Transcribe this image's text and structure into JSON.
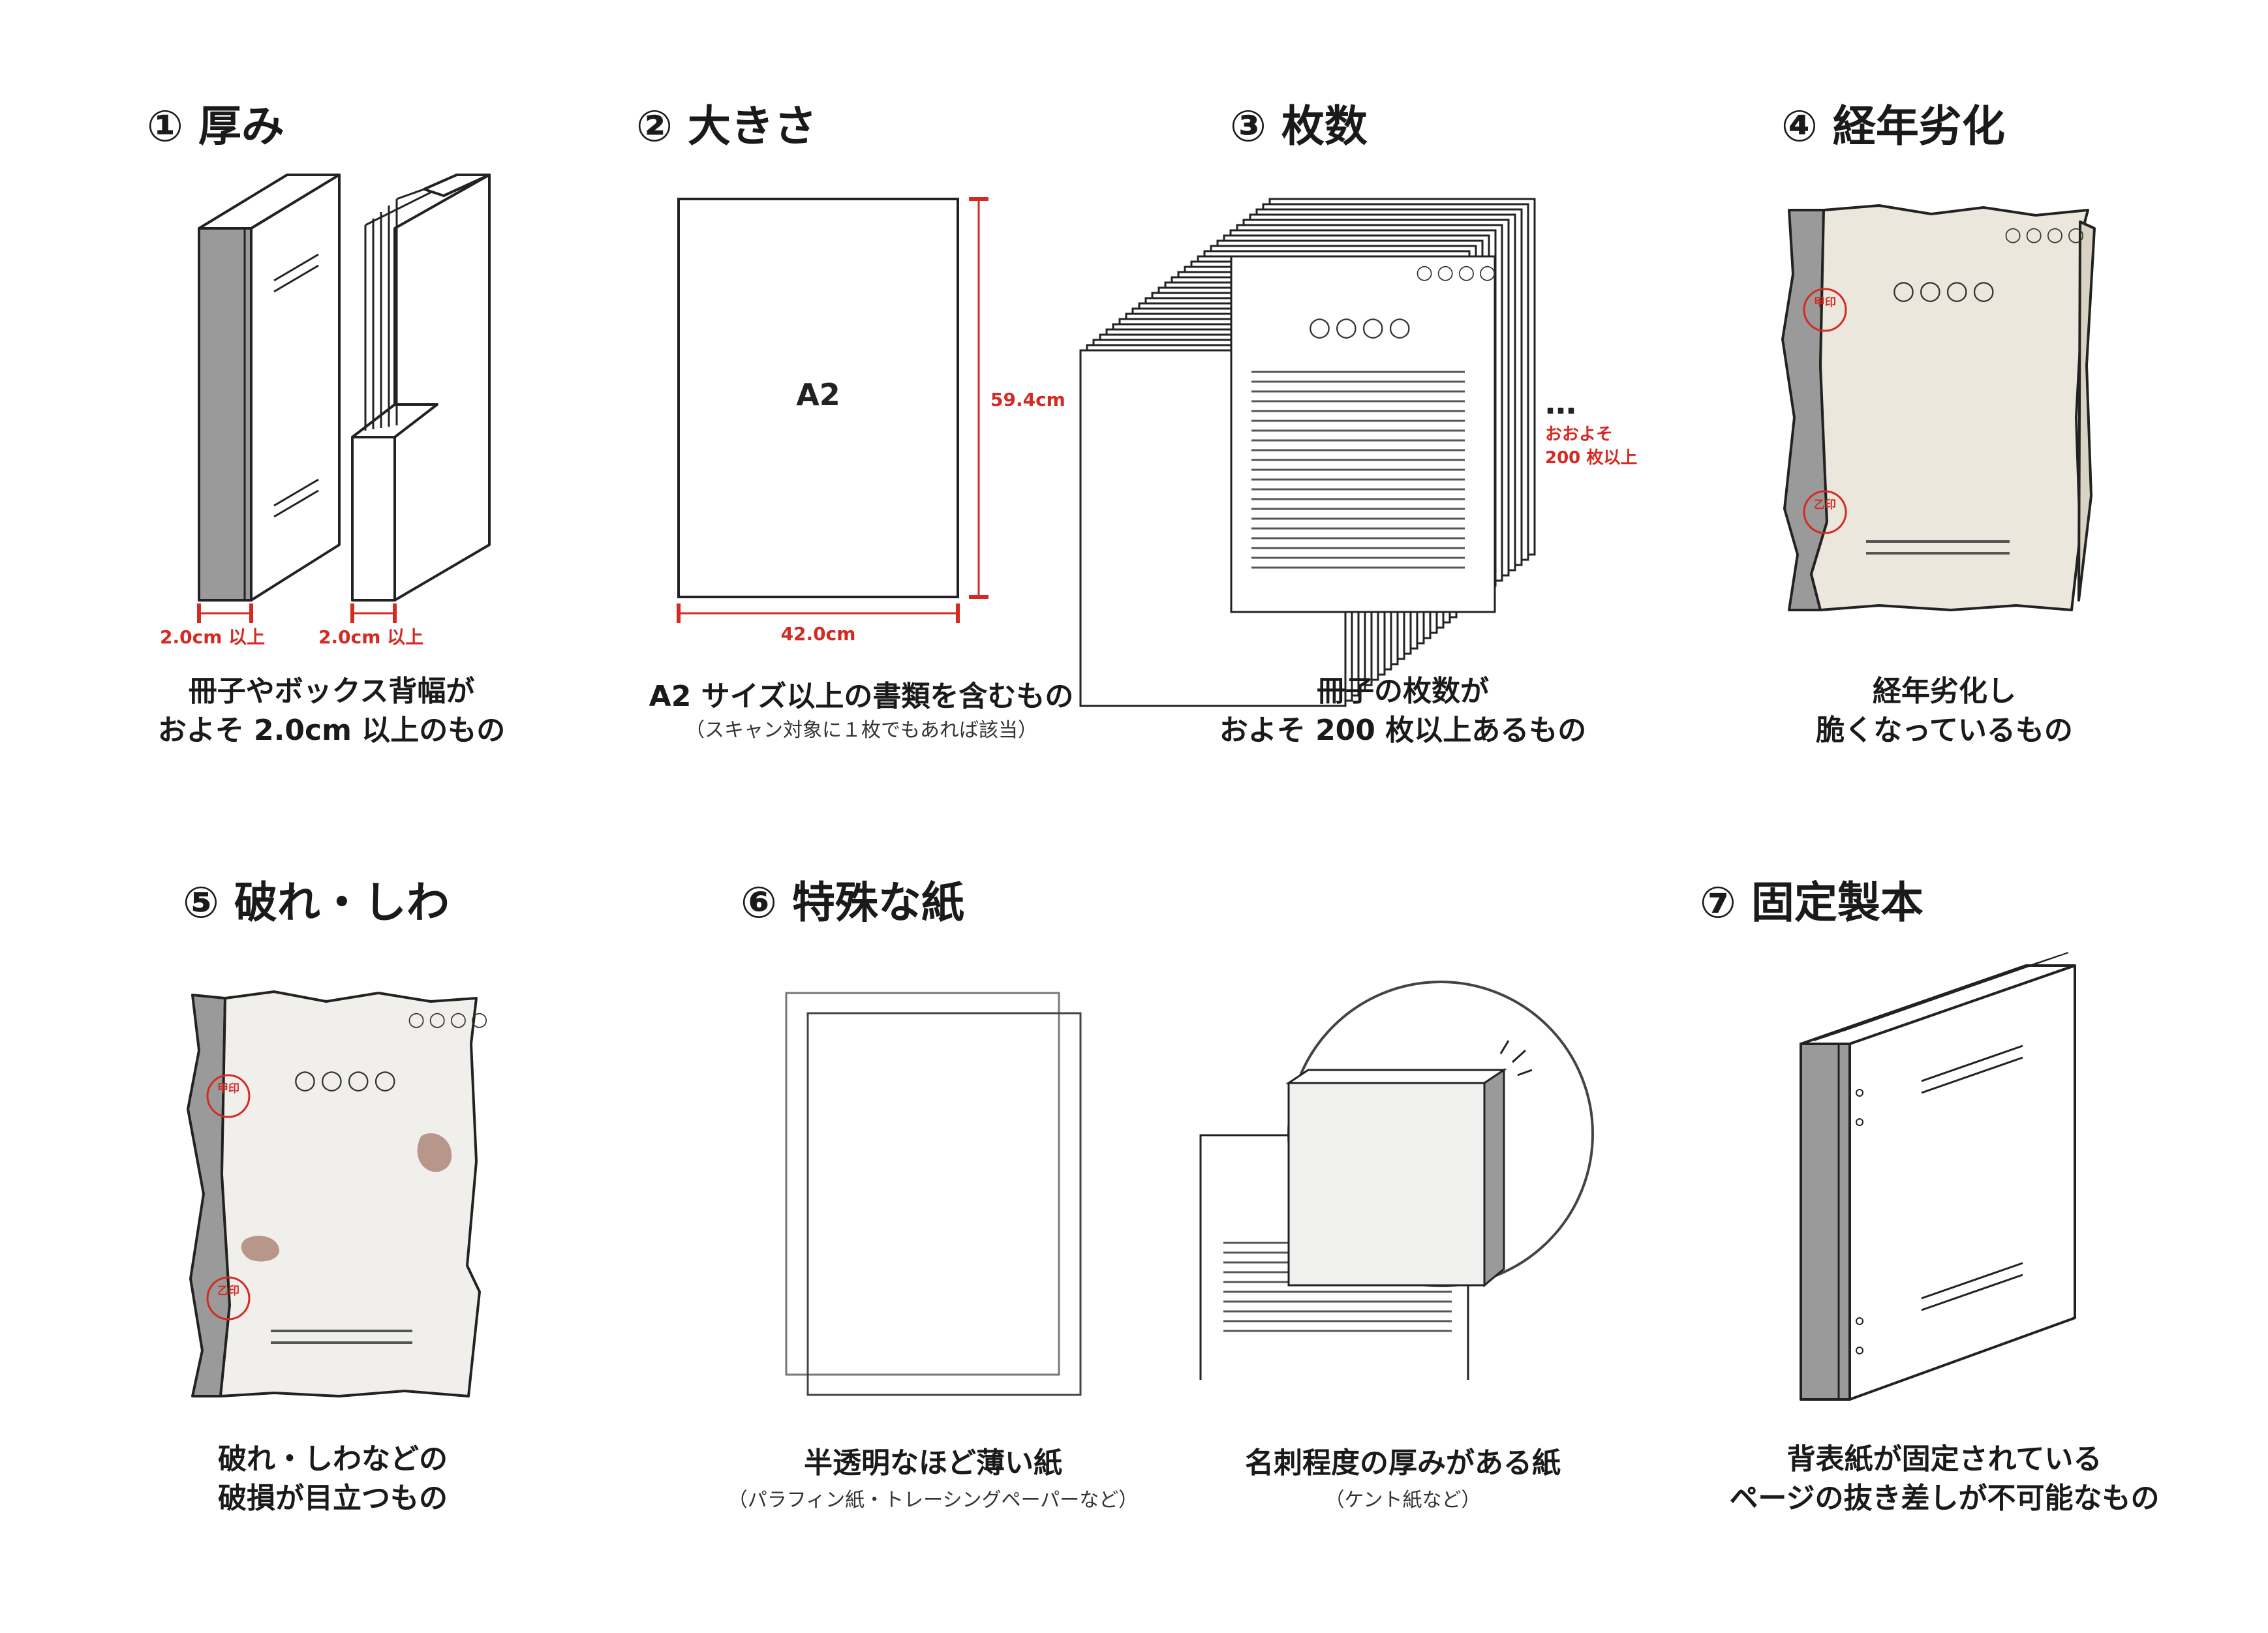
{
  "colors": {
    "accent_red": "#d42a22",
    "spine_gray": "#9a9a9a",
    "aged_paper": "#ece7dc",
    "stain": "#b9968a"
  },
  "items": [
    {
      "id": 1,
      "title": "① 厚み",
      "caption_lines": [
        "冊子やボックス背幅が",
        "およそ 2.0cm 以上のもの"
      ],
      "measure_left": "2.0cm 以上",
      "measure_right": "2.0cm 以上"
    },
    {
      "id": 2,
      "title": "② 大きさ",
      "caption_lines": [
        "A2 サイズ以上の書類を含むもの"
      ],
      "note": "（スキャン対象に１枚でもあれば該当）",
      "paper_label": "A2",
      "width_label": "42.0cm",
      "height_label": "59.4cm"
    },
    {
      "id": 3,
      "title": "③ 枚数",
      "caption_lines": [
        "冊子の枚数が",
        "およそ 200 枚以上あるもの"
      ],
      "ellipsis": "…",
      "count_lines": [
        "おおよそ",
        "200 枚以上"
      ],
      "doc_marks": {
        "small": "○○○○",
        "large": "○○○○"
      }
    },
    {
      "id": 4,
      "title": "④ 経年劣化",
      "caption_lines": [
        "経年劣化し",
        "脆くなっているもの"
      ],
      "stamp_top": "甲印",
      "stamp_bottom": "乙印",
      "doc_marks": {
        "small": "○○○○",
        "large": "○○○○"
      }
    },
    {
      "id": 5,
      "title": "⑤ 破れ・しわ",
      "caption_lines": [
        "破れ・しわなどの",
        "破損が目立つもの"
      ],
      "stamp_top": "甲印",
      "stamp_bottom": "乙印",
      "doc_marks": {
        "small": "○○○○",
        "large": "○○○○"
      }
    },
    {
      "id": 6,
      "title": "⑥ 特殊な紙",
      "left": {
        "caption": "半透明なほど薄い紙",
        "note": "（パラフィン紙・トレーシングペーパーなど）"
      },
      "right": {
        "caption": "名刺程度の厚みがある紙",
        "note": "（ケント紙など）"
      }
    },
    {
      "id": 7,
      "title": "⑦ 固定製本",
      "caption_lines": [
        "背表紙が固定されている",
        "ページの抜き差しが不可能なもの"
      ]
    }
  ]
}
